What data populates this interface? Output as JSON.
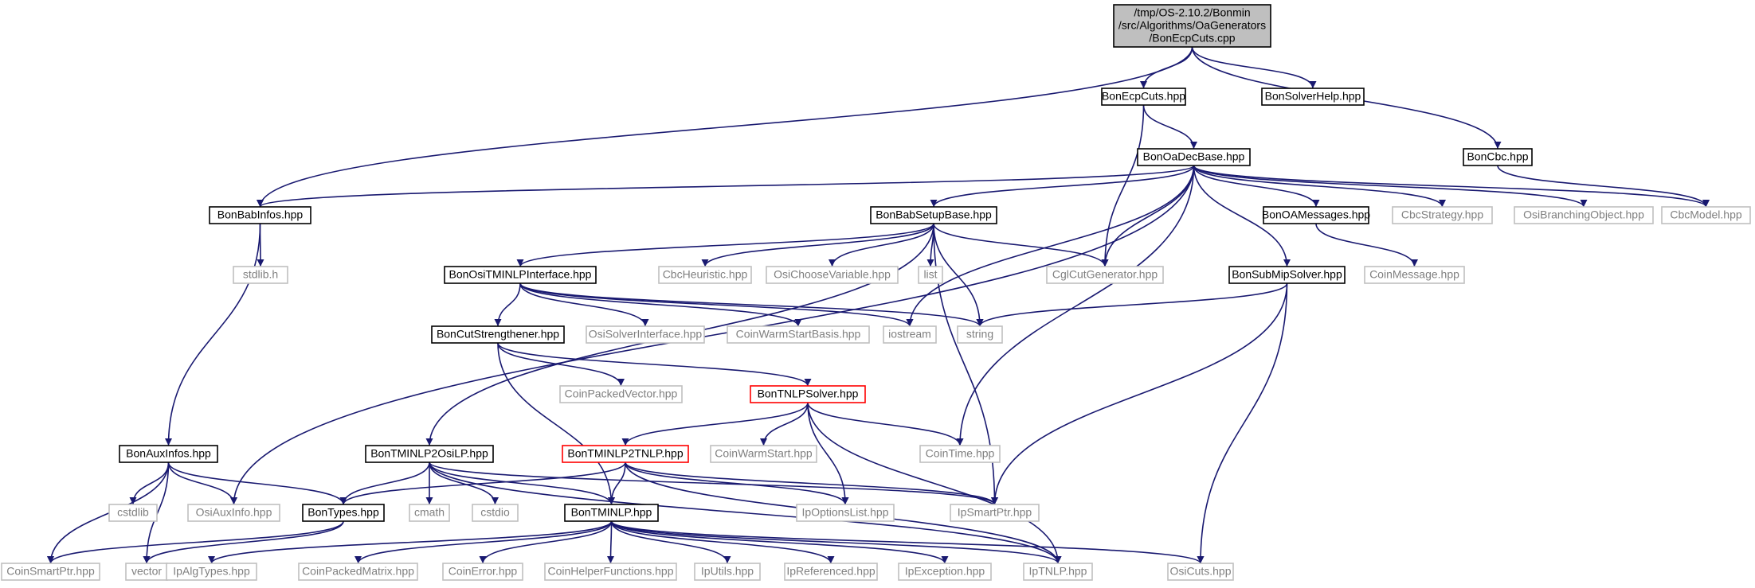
{
  "nodes": [
    {
      "id": "root",
      "lines": [
        "/tmp/OS-2.10.2/Bonmin",
        "/src/Algorithms/OaGenerators",
        "/BonEcpCuts.cpp"
      ],
      "style": "root"
    },
    {
      "id": "ecpcuts",
      "lines": [
        "BonEcpCuts.hpp"
      ],
      "style": "doc"
    },
    {
      "id": "solverhelp",
      "lines": [
        "BonSolverHelp.hpp"
      ],
      "style": "doc"
    },
    {
      "id": "cbc",
      "lines": [
        "BonCbc.hpp"
      ],
      "style": "doc"
    },
    {
      "id": "oadecbase",
      "lines": [
        "BonOaDecBase.hpp"
      ],
      "style": "doc"
    },
    {
      "id": "babinfos",
      "lines": [
        "BonBabInfos.hpp"
      ],
      "style": "doc"
    },
    {
      "id": "babsetupbase",
      "lines": [
        "BonBabSetupBase.hpp"
      ],
      "style": "doc"
    },
    {
      "id": "oamessages",
      "lines": [
        "BonOAMessages.hpp"
      ],
      "style": "doc"
    },
    {
      "id": "cbcstrategy",
      "lines": [
        "CbcStrategy.hpp"
      ],
      "style": "ext"
    },
    {
      "id": "osibranching",
      "lines": [
        "OsiBranchingObject.hpp"
      ],
      "style": "ext"
    },
    {
      "id": "cbcmodel",
      "lines": [
        "CbcModel.hpp"
      ],
      "style": "ext"
    },
    {
      "id": "stdlib",
      "lines": [
        "stdlib.h"
      ],
      "style": "ext"
    },
    {
      "id": "ositminlp",
      "lines": [
        "BonOsiTMINLPInterface.hpp"
      ],
      "style": "doc"
    },
    {
      "id": "cbcheuristic",
      "lines": [
        "CbcHeuristic.hpp"
      ],
      "style": "ext"
    },
    {
      "id": "osichoose",
      "lines": [
        "OsiChooseVariable.hpp"
      ],
      "style": "ext"
    },
    {
      "id": "list",
      "lines": [
        "list"
      ],
      "style": "ext"
    },
    {
      "id": "cglcut",
      "lines": [
        "CglCutGenerator.hpp"
      ],
      "style": "ext"
    },
    {
      "id": "submip",
      "lines": [
        "BonSubMipSolver.hpp"
      ],
      "style": "doc"
    },
    {
      "id": "coinmessage",
      "lines": [
        "CoinMessage.hpp"
      ],
      "style": "ext"
    },
    {
      "id": "cutstrength",
      "lines": [
        "BonCutStrengthener.hpp"
      ],
      "style": "doc"
    },
    {
      "id": "osisolverif",
      "lines": [
        "OsiSolverInterface.hpp"
      ],
      "style": "ext"
    },
    {
      "id": "coinwarmbasis",
      "lines": [
        "CoinWarmStartBasis.hpp"
      ],
      "style": "ext"
    },
    {
      "id": "iostream",
      "lines": [
        "iostream"
      ],
      "style": "ext"
    },
    {
      "id": "string",
      "lines": [
        "string"
      ],
      "style": "ext"
    },
    {
      "id": "coinpackedvec",
      "lines": [
        "CoinPackedVector.hpp"
      ],
      "style": "ext"
    },
    {
      "id": "tnlpsolver",
      "lines": [
        "BonTNLPSolver.hpp"
      ],
      "style": "trunc"
    },
    {
      "id": "auxinfos",
      "lines": [
        "BonAuxInfos.hpp"
      ],
      "style": "doc"
    },
    {
      "id": "tminlp2osilp",
      "lines": [
        "BonTMINLP2OsiLP.hpp"
      ],
      "style": "doc"
    },
    {
      "id": "tminlp2tnlp",
      "lines": [
        "BonTMINLP2TNLP.hpp"
      ],
      "style": "trunc"
    },
    {
      "id": "coinwarm",
      "lines": [
        "CoinWarmStart.hpp"
      ],
      "style": "ext"
    },
    {
      "id": "cointime",
      "lines": [
        "CoinTime.hpp"
      ],
      "style": "ext"
    },
    {
      "id": "cstdlib",
      "lines": [
        "cstdlib"
      ],
      "style": "ext"
    },
    {
      "id": "osiauxinfo",
      "lines": [
        "OsiAuxInfo.hpp"
      ],
      "style": "ext"
    },
    {
      "id": "bontypes",
      "lines": [
        "BonTypes.hpp"
      ],
      "style": "doc"
    },
    {
      "id": "cmath",
      "lines": [
        "cmath"
      ],
      "style": "ext"
    },
    {
      "id": "cstdio",
      "lines": [
        "cstdio"
      ],
      "style": "ext"
    },
    {
      "id": "tminlp",
      "lines": [
        "BonTMINLP.hpp"
      ],
      "style": "doc"
    },
    {
      "id": "ipoptlist",
      "lines": [
        "IpOptionsList.hpp"
      ],
      "style": "ext"
    },
    {
      "id": "ipsmart",
      "lines": [
        "IpSmartPtr.hpp"
      ],
      "style": "ext"
    },
    {
      "id": "coinsmart",
      "lines": [
        "CoinSmartPtr.hpp"
      ],
      "style": "ext"
    },
    {
      "id": "vector",
      "lines": [
        "vector"
      ],
      "style": "ext"
    },
    {
      "id": "ipalgtypes",
      "lines": [
        "IpAlgTypes.hpp"
      ],
      "style": "ext"
    },
    {
      "id": "coinpackedmat",
      "lines": [
        "CoinPackedMatrix.hpp"
      ],
      "style": "ext"
    },
    {
      "id": "coinerror",
      "lines": [
        "CoinError.hpp"
      ],
      "style": "ext"
    },
    {
      "id": "coinhelper",
      "lines": [
        "CoinHelperFunctions.hpp"
      ],
      "style": "ext"
    },
    {
      "id": "iputils",
      "lines": [
        "IpUtils.hpp"
      ],
      "style": "ext"
    },
    {
      "id": "ipreferenced",
      "lines": [
        "IpReferenced.hpp"
      ],
      "style": "ext"
    },
    {
      "id": "ipexception",
      "lines": [
        "IpException.hpp"
      ],
      "style": "ext"
    },
    {
      "id": "iptnlp",
      "lines": [
        "IpTNLP.hpp"
      ],
      "style": "ext"
    },
    {
      "id": "osicuts",
      "lines": [
        "OsiCuts.hpp"
      ],
      "style": "ext"
    }
  ],
  "edges": [
    [
      "root",
      "ecpcuts"
    ],
    [
      "root",
      "solverhelp"
    ],
    [
      "root",
      "cbc"
    ],
    [
      "root",
      "babinfos"
    ],
    [
      "ecpcuts",
      "oadecbase"
    ],
    [
      "ecpcuts",
      "cglcut"
    ],
    [
      "cbc",
      "cbcmodel"
    ],
    [
      "oadecbase",
      "babinfos"
    ],
    [
      "oadecbase",
      "babsetupbase"
    ],
    [
      "oadecbase",
      "oamessages"
    ],
    [
      "oadecbase",
      "cbcstrategy"
    ],
    [
      "oadecbase",
      "osibranching"
    ],
    [
      "oadecbase",
      "cbcmodel"
    ],
    [
      "oadecbase",
      "cglcut"
    ],
    [
      "oadecbase",
      "submip"
    ],
    [
      "oadecbase",
      "cointime"
    ],
    [
      "oadecbase",
      "osiauxinfo"
    ],
    [
      "oadecbase",
      "iostream"
    ],
    [
      "babinfos",
      "stdlib"
    ],
    [
      "babinfos",
      "auxinfos"
    ],
    [
      "babsetupbase",
      "ositminlp"
    ],
    [
      "babsetupbase",
      "cbcheuristic"
    ],
    [
      "babsetupbase",
      "osichoose"
    ],
    [
      "babsetupbase",
      "list"
    ],
    [
      "babsetupbase",
      "cglcut"
    ],
    [
      "babsetupbase",
      "string"
    ],
    [
      "babsetupbase",
      "ipsmart"
    ],
    [
      "babsetupbase",
      "tminlp2osilp"
    ],
    [
      "oamessages",
      "coinmessage"
    ],
    [
      "ositminlp",
      "cutstrength"
    ],
    [
      "ositminlp",
      "osisolverif"
    ],
    [
      "ositminlp",
      "coinwarmbasis"
    ],
    [
      "ositminlp",
      "iostream"
    ],
    [
      "ositminlp",
      "string"
    ],
    [
      "submip",
      "string"
    ],
    [
      "submip",
      "ipsmart"
    ],
    [
      "submip",
      "osicuts"
    ],
    [
      "cutstrength",
      "coinpackedvec"
    ],
    [
      "cutstrength",
      "tnlpsolver"
    ],
    [
      "cutstrength",
      "tminlp"
    ],
    [
      "tnlpsolver",
      "tminlp2tnlp"
    ],
    [
      "tnlpsolver",
      "coinwarm"
    ],
    [
      "tnlpsolver",
      "cointime"
    ],
    [
      "tnlpsolver",
      "ipoptlist"
    ],
    [
      "tnlpsolver",
      "iptnlp"
    ],
    [
      "auxinfos",
      "cstdlib"
    ],
    [
      "auxinfos",
      "osiauxinfo"
    ],
    [
      "auxinfos",
      "bontypes"
    ],
    [
      "auxinfos",
      "coinsmart"
    ],
    [
      "auxinfos",
      "vector"
    ],
    [
      "tminlp2osilp",
      "bontypes"
    ],
    [
      "tminlp2osilp",
      "cmath"
    ],
    [
      "tminlp2osilp",
      "cstdio"
    ],
    [
      "tminlp2osilp",
      "tminlp"
    ],
    [
      "tminlp2osilp",
      "ipsmart"
    ],
    [
      "tminlp2osilp",
      "iptnlp"
    ],
    [
      "tminlp2tnlp",
      "bontypes"
    ],
    [
      "tminlp2tnlp",
      "tminlp"
    ],
    [
      "tminlp2tnlp",
      "ipoptlist"
    ],
    [
      "tminlp2tnlp",
      "ipsmart"
    ],
    [
      "tminlp2tnlp",
      "iptnlp"
    ],
    [
      "bontypes",
      "coinsmart"
    ],
    [
      "bontypes",
      "vector"
    ],
    [
      "tminlp",
      "ipalgtypes"
    ],
    [
      "tminlp",
      "coinpackedmat"
    ],
    [
      "tminlp",
      "coinerror"
    ],
    [
      "tminlp",
      "coinhelper"
    ],
    [
      "tminlp",
      "iputils"
    ],
    [
      "tminlp",
      "ipreferenced"
    ],
    [
      "tminlp",
      "ipexception"
    ],
    [
      "tminlp",
      "iptnlp"
    ],
    [
      "tminlp",
      "osicuts"
    ]
  ],
  "colors": {
    "edge": "#191970",
    "root_fill": "#bfbfbf",
    "doc_border": "#000000",
    "ext_border": "#bfbfbf",
    "ext_text": "#808080",
    "trunc_border": "#ff0000",
    "text": "#000000"
  }
}
